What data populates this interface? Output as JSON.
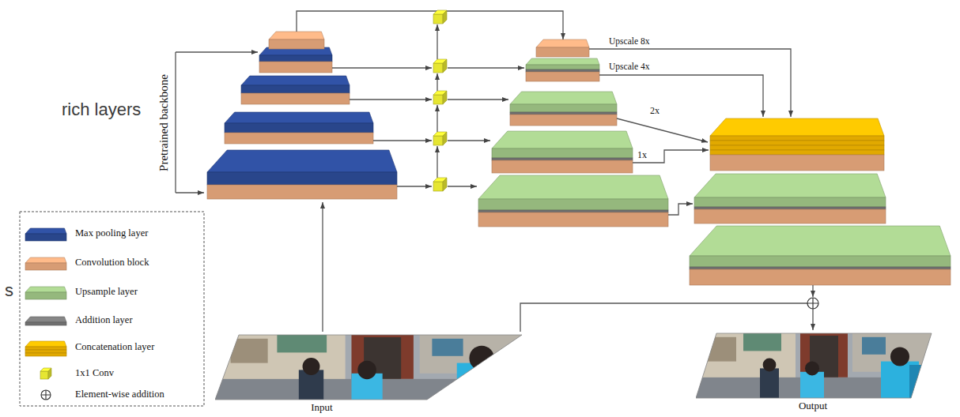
{
  "diagram": {
    "nodes": [
      {
        "text": [
          "Input"
        ]
      },
      {
        "text": [
          "Output"
        ]
      }
    ],
    "edges": [
      {
        "from": 0,
        "to": 1,
        "arrow": "to"
      }
    ],
    "labels": [
      "rich layers",
      "s",
      "Pretrained backbone",
      "Upscale 8x",
      "Upscale 4x",
      "2x",
      "1x"
    ],
    "legend": [
      {
        "text": "Max pooling layer",
        "color": "#2e4f9e"
      },
      {
        "text": "Convolution block",
        "color": "#f4b183"
      },
      {
        "text": "Upsample layer",
        "color": "#a9d18e"
      },
      {
        "text": "Addition layer",
        "color": "#7f7f7f"
      },
      {
        "text": "Concatenation layer",
        "color": "#ffc000"
      },
      {
        "text": "1x1 Conv",
        "color": "#e6e632"
      },
      {
        "text": "Element-wise addition"
      }
    ]
  }
}
